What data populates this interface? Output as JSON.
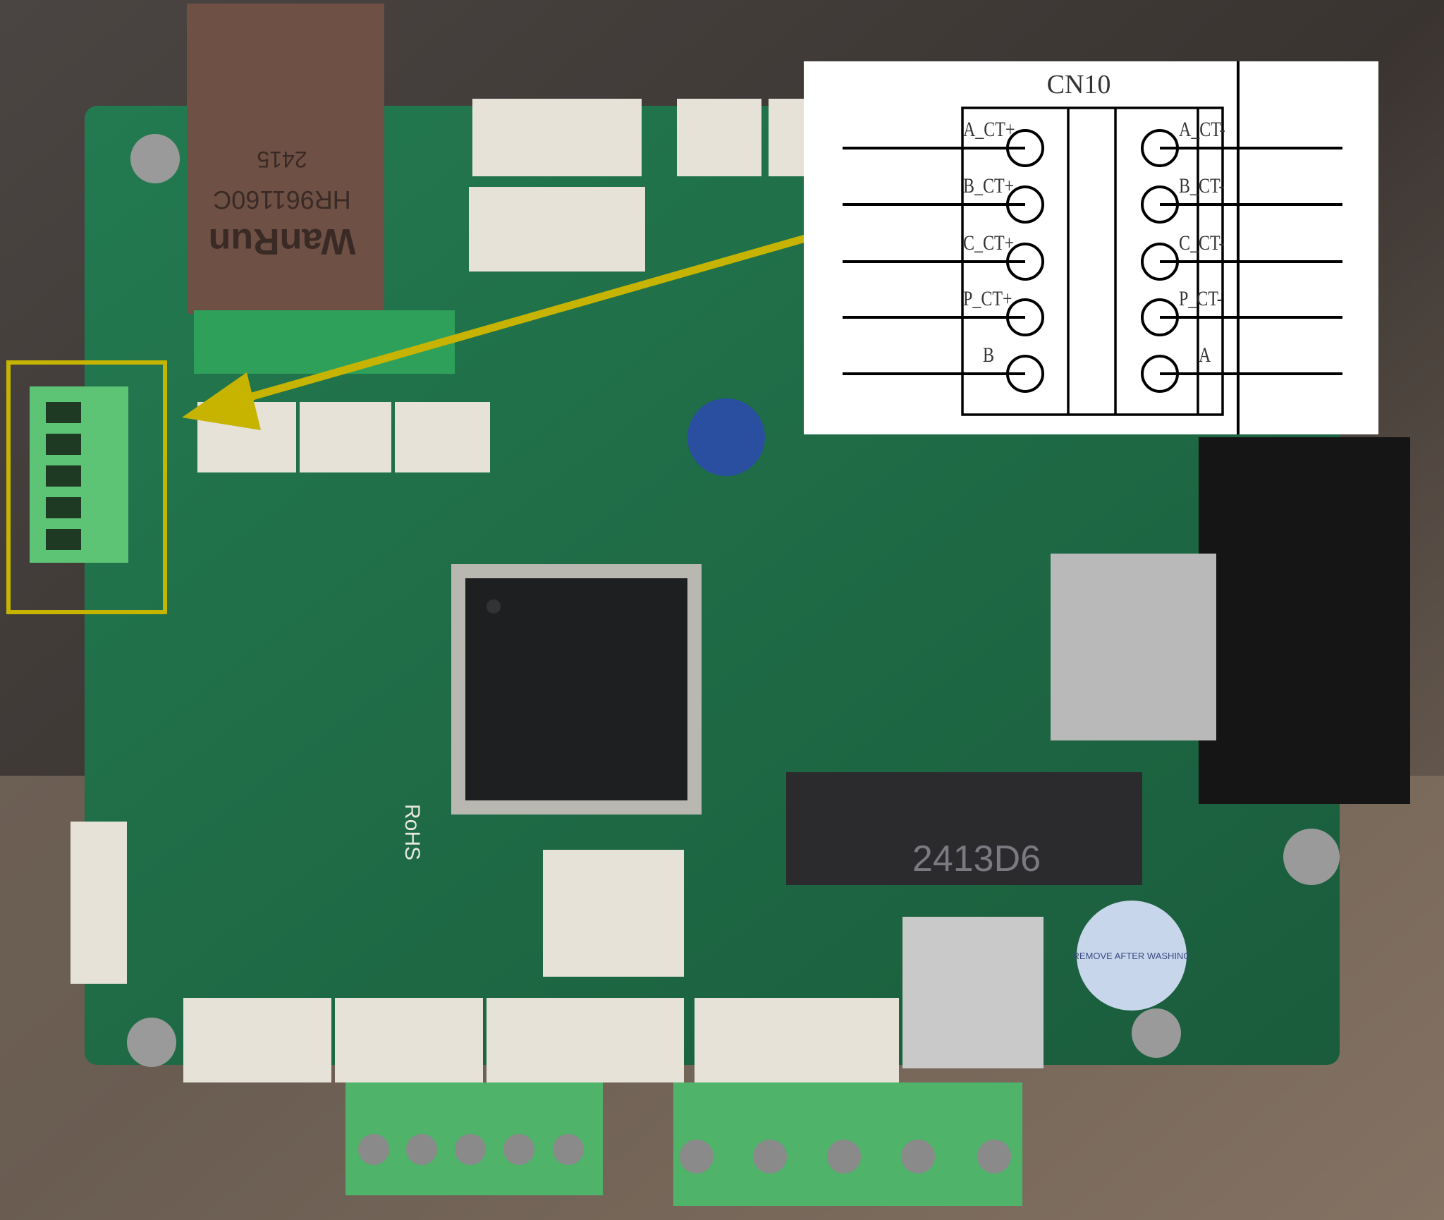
{
  "photo": {
    "rj45_brand": "WanRun",
    "rj45_part": "HR961160C",
    "rj45_date": "2415",
    "slot_marking": "2413D6",
    "rohs_mark": "RoHS",
    "buzzer_label": "REMOVE AFTER WASHING"
  },
  "schematic": {
    "title": "CN10",
    "left_pins": [
      "A_CT+",
      "B_CT+",
      "C_CT+",
      "P_CT+",
      "B"
    ],
    "right_pins": [
      "A_CT-",
      "B_CT-",
      "C_CT-",
      "P_CT-",
      "A"
    ]
  },
  "colors": {
    "highlight": "#c6b400",
    "board": "#1f6b45",
    "terminal": "#4fb36a"
  }
}
